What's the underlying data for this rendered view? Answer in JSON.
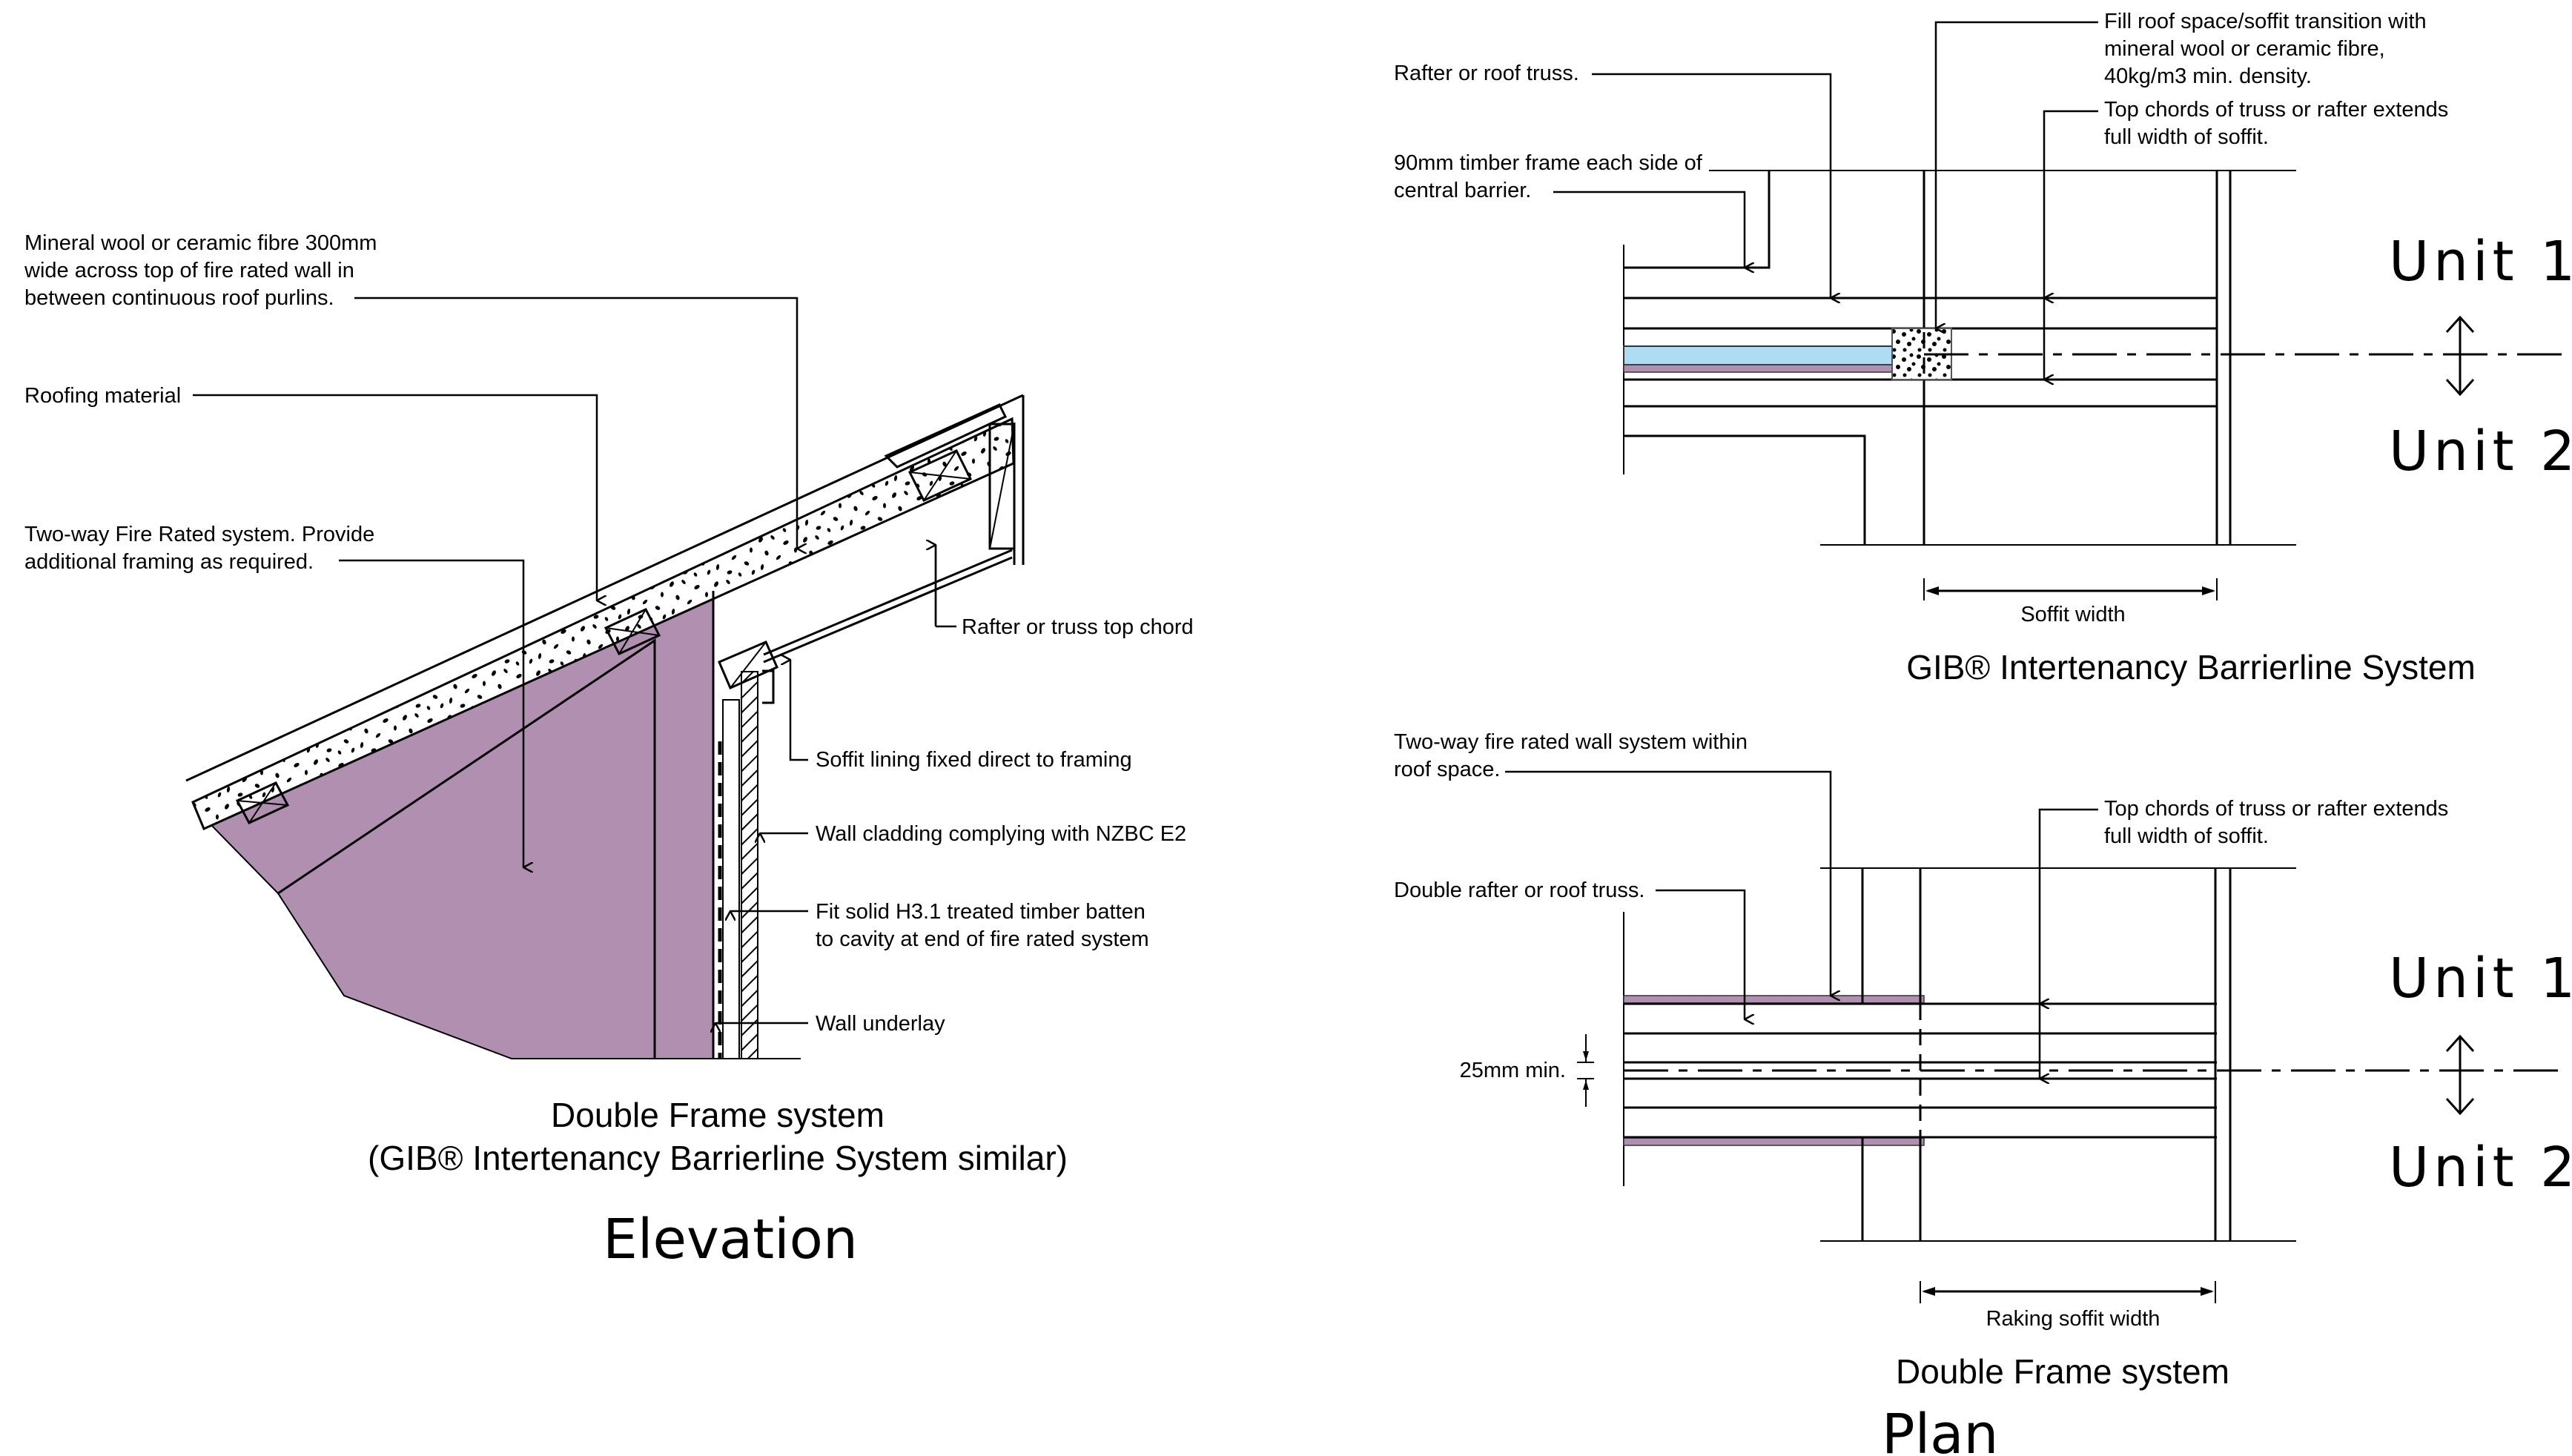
{
  "colors": {
    "fire_rated_board": "#b18fb0",
    "barrier_board": "#addcf3",
    "linework": "#000000",
    "background": "#ffffff"
  },
  "elevation": {
    "notes": {
      "mineral_wool": [
        "Mineral wool or ceramic fibre 300mm",
        "wide across top of fire rated wall in",
        "between continuous roof purlins."
      ],
      "roofing": [
        "Roofing material"
      ],
      "two_way": [
        "Two-way Fire Rated system. Provide",
        "additional framing as required."
      ],
      "rafter_top_chord": [
        "Rafter or truss top chord"
      ],
      "soffit_lining": [
        "Soffit lining fixed direct to framing"
      ],
      "wall_cladding": [
        "Wall cladding complying with NZBC E2"
      ],
      "timber_batten": [
        "Fit solid H3.1 treated timber batten",
        "to cavity at end of fire rated system"
      ],
      "wall_underlay": [
        "Wall underlay"
      ]
    },
    "caption": [
      "Double Frame system",
      "(GIB® Intertenancy Barrierline System similar)"
    ],
    "view_title": "Elevation"
  },
  "plan_top": {
    "notes": {
      "rafter": [
        "Rafter or roof truss."
      ],
      "timber_frame": [
        "90mm timber frame each side of",
        "central barrier."
      ],
      "fill_roof": [
        "Fill roof space/soffit transition with",
        "mineral wool or ceramic fibre,",
        "40kg/m3 min. density."
      ],
      "top_chords": [
        "Top chords of truss or rafter extends",
        "full width of soffit."
      ]
    },
    "dimension_label": "Soffit width",
    "units": [
      "Unit 1",
      "Unit 2"
    ],
    "caption": "GIB® Intertenancy Barrierline System"
  },
  "plan_bottom": {
    "notes": {
      "two_way_wall": [
        "Two-way fire rated wall system within",
        "roof space."
      ],
      "double_rafter": [
        "Double rafter or roof truss."
      ],
      "top_chords": [
        "Top chords of truss or rafter extends",
        "full width of soffit."
      ],
      "gap": [
        "25mm min."
      ]
    },
    "dimension_label": "Raking soffit width",
    "units": [
      "Unit 1",
      "Unit 2"
    ],
    "caption": "Double Frame system",
    "view_title": "Plan"
  }
}
